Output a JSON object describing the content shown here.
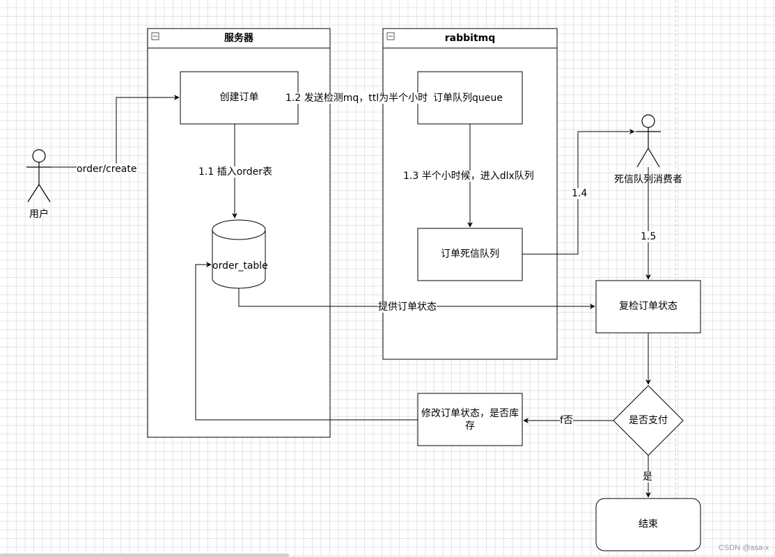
{
  "containers": {
    "server": "服务器",
    "rabbitmq": "rabbitmq"
  },
  "nodes": {
    "create_order": "创建订单",
    "order_table": "order_table",
    "order_queue": "订单队列queue",
    "dead_letter_queue": "订单死信队列",
    "recheck_status": "复检订单状态",
    "is_paid": "是否支付",
    "modify_status": "修改订单状态，是否库存",
    "end": "结束"
  },
  "actors": {
    "user": "用户",
    "dlq_consumer": "死信队列消费者"
  },
  "edges": {
    "order_create": "order/create",
    "insert_order": "1.1 插入order表",
    "send_mq": "1.2  发送检测mq，ttl为半个小时",
    "to_dlx": "1.3 半个小时候，进入dlx队列",
    "step_1_4": "1.4",
    "step_1_5": "1.5",
    "provide_status": "提供订单状态",
    "no_branch": "f否",
    "yes_branch": "是"
  },
  "watermark": "CSDN @asa-x",
  "colors": {
    "stroke": "#000000",
    "fill": "#ffffff",
    "grid": "#e4e4e4"
  }
}
